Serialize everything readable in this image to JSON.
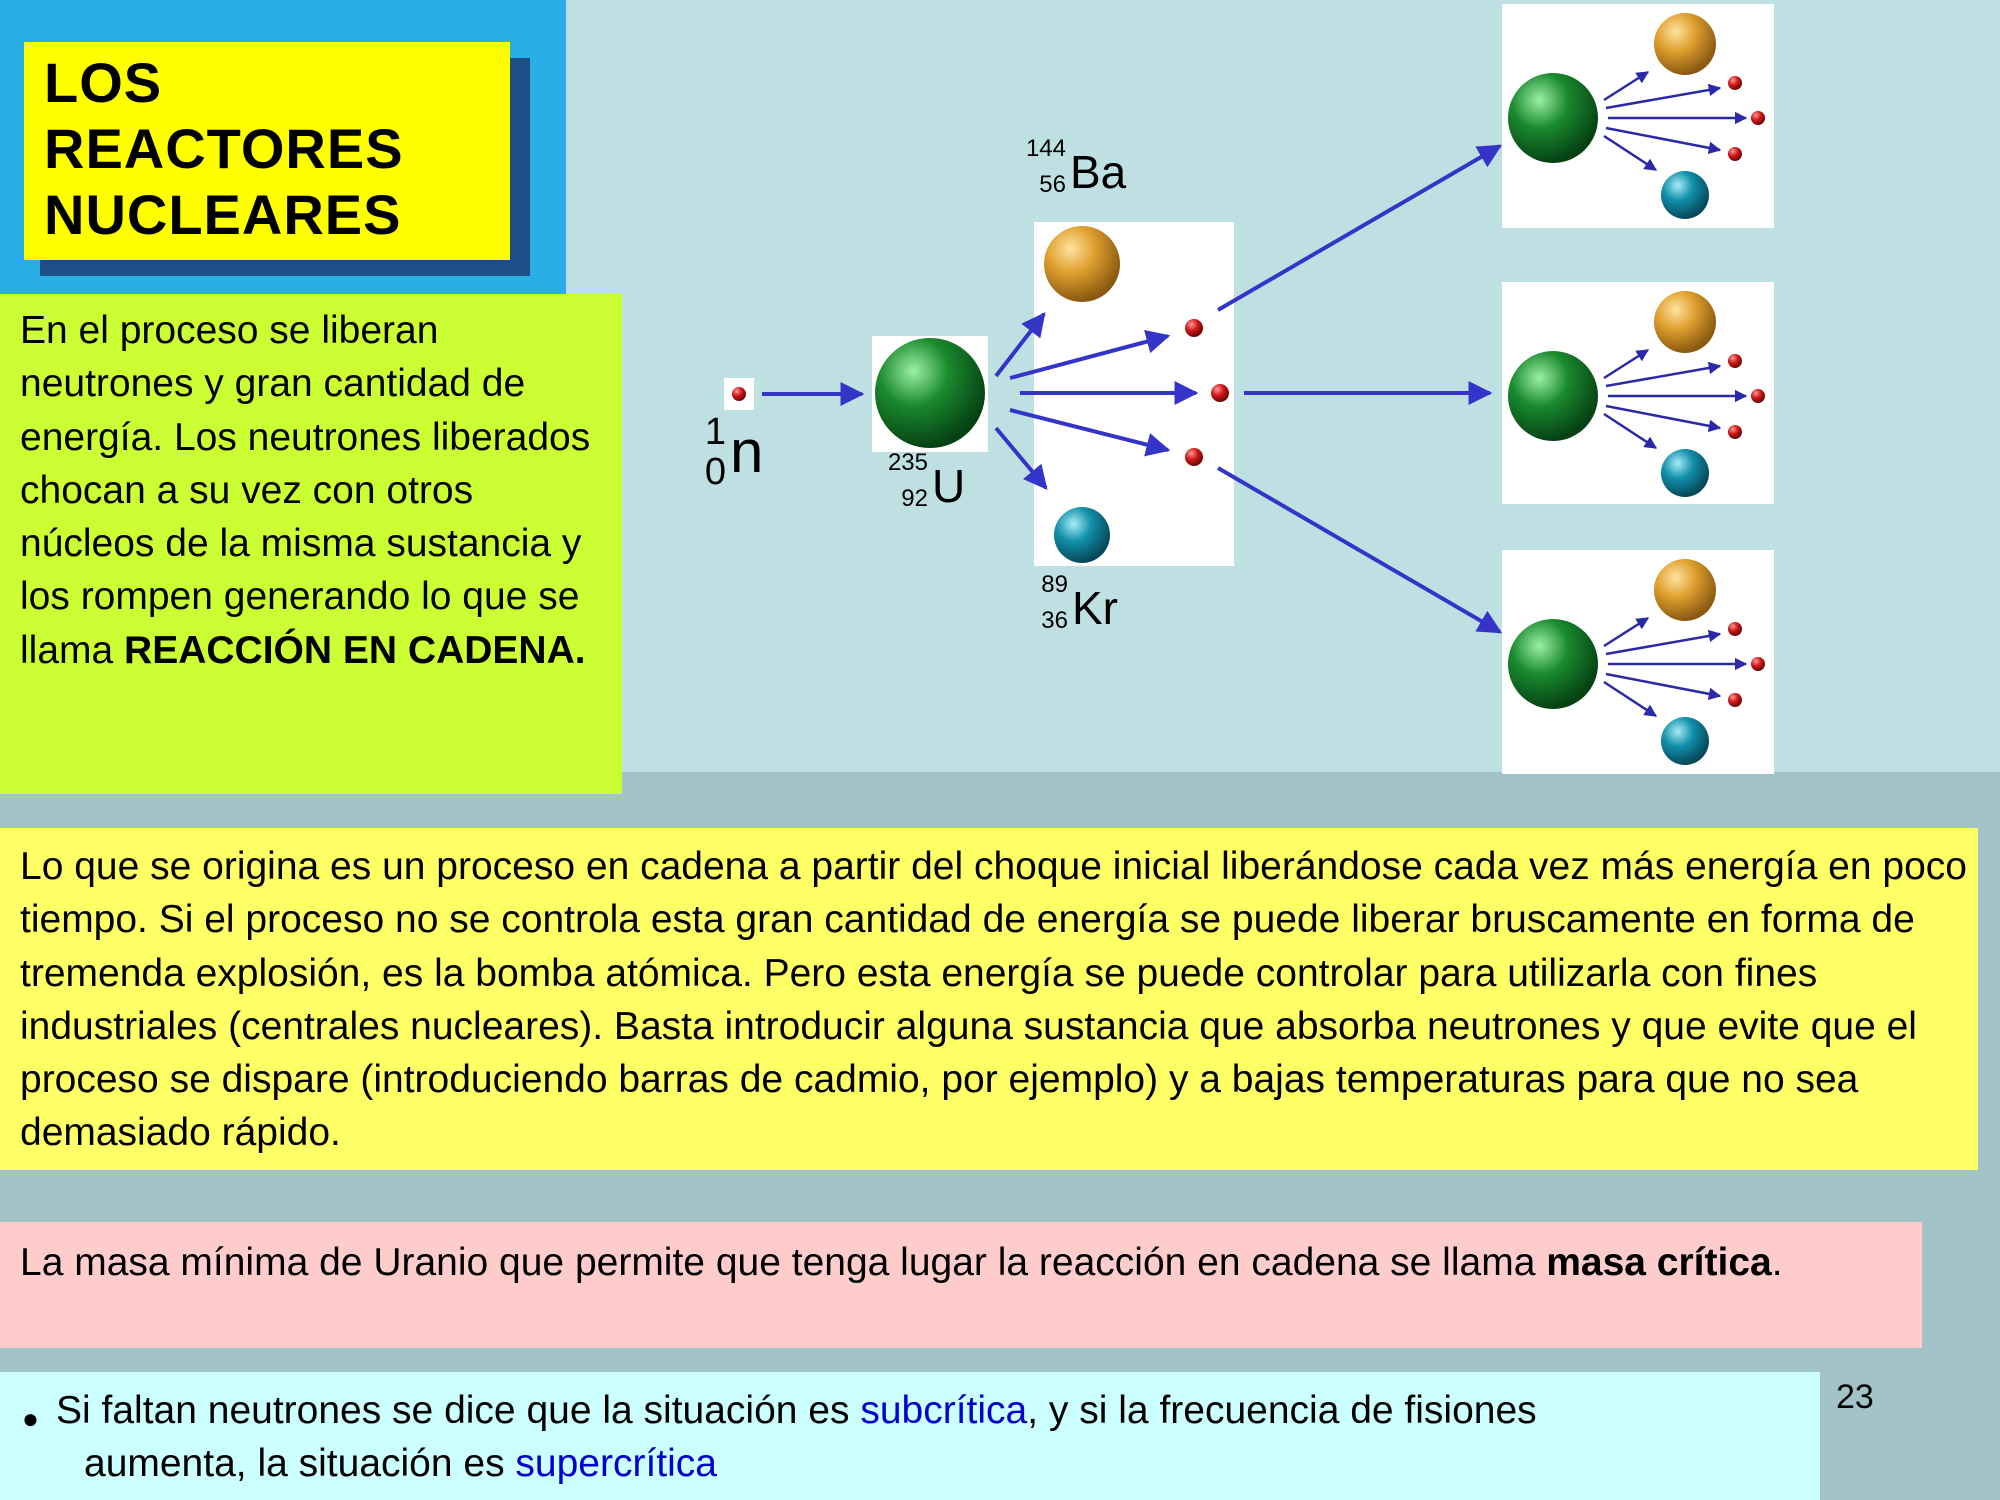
{
  "title": {
    "line1": "LOS",
    "line2": "REACTORES",
    "line3": "NUCLEARES"
  },
  "intro": {
    "text": "En el proceso se liberan neutrones y gran cantidad de energía. Los neutrones liberados chocan a su vez con otros núcleos de la misma sustancia y los rompen generando lo que se llama ",
    "bold": "REACCIÓN EN CADENA."
  },
  "diagram": {
    "neutron": {
      "symbol": "n",
      "mass": "1",
      "z": "0"
    },
    "uranium": {
      "symbol": "U",
      "mass": "235",
      "z": "92"
    },
    "barium": {
      "symbol": "Ba",
      "mass": "144",
      "z": "56"
    },
    "krypton": {
      "symbol": "Kr",
      "mass": "89",
      "z": "36"
    },
    "colors": {
      "arrow": "#3434c8",
      "uranium": "#1a8a2e",
      "barium": "#e0a030",
      "krypton": "#1290aa",
      "neutron": "#d01818"
    }
  },
  "chain_text": "Lo que se origina es un proceso en cadena a partir del choque inicial liberándose cada vez más energía en poco tiempo. Si el proceso no se controla esta gran cantidad de energía se puede liberar bruscamente en forma de tremenda explosión, es la bomba atómica. Pero esta energía se puede controlar para utilizarla  con fines industriales (centrales nucleares). Basta introducir alguna sustancia que absorba neutrones y que evite que el proceso se dispare (introduciendo barras de cadmio, por ejemplo) y a bajas temperaturas para que no sea demasiado rápido.",
  "critical": {
    "text": "La masa mínima de Uranio que permite que tenga lugar la reacción en cadena se llama ",
    "bold": "masa crítica",
    "end": "."
  },
  "bullet": {
    "part1": "Si faltan neutrones se dice que la situación es ",
    "subcritical": "subcrítica",
    "part2": ", y si la frecuencia de fisiones",
    "part3": "aumenta, la situación es ",
    "supercritical": "supercrítica"
  },
  "page_number": "23"
}
